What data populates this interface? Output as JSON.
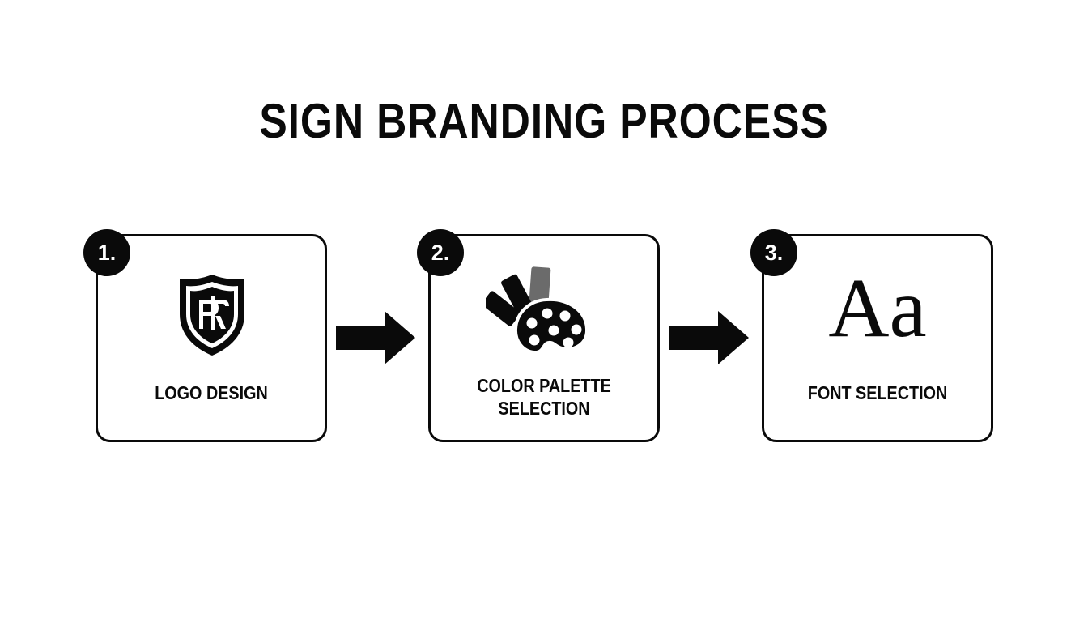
{
  "title": "SIGN BRANDING PROCESS",
  "steps": [
    {
      "number": "1.",
      "label": "LOGO DESIGN",
      "icon": "shield-monogram-icon"
    },
    {
      "number": "2.",
      "label": "COLOR PALETTE\nSELECTION",
      "label_line1": "COLOR PALETTE",
      "label_line2": "SELECTION",
      "icon": "palette-icon"
    },
    {
      "number": "3.",
      "label": "FONT SELECTION",
      "glyph": "Aa",
      "icon": "font-glyph-icon"
    }
  ],
  "connectors": [
    "arrow-right-icon",
    "arrow-right-icon"
  ],
  "colors": {
    "ink": "#0a0a0a",
    "background": "#ffffff",
    "swatch_gray": "#6b6b6b"
  }
}
